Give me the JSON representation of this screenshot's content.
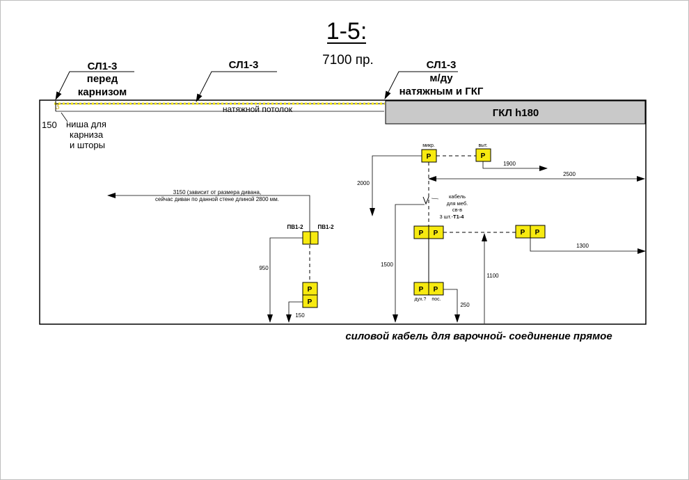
{
  "title": "1-5:",
  "subtitle": "7100 пр.",
  "colors": {
    "socket": "#f7ea10",
    "gkl": "#c9c9c9",
    "line": "#000000",
    "dotted": "#f2e400"
  },
  "callouts": {
    "left": {
      "line1": "СЛ1-3",
      "line2": "перед",
      "line3": "карнизом"
    },
    "mid": {
      "line1": "СЛ1-3"
    },
    "right": {
      "line1": "СЛ1-3",
      "line2": "м/ду",
      "line3": "натяжным и ГКГ"
    }
  },
  "ceiling_label": "натяжной потолок",
  "gkl_label": "ГКЛ h180",
  "niche": {
    "dim": "150",
    "line1": "ниша для",
    "line2": "карниза",
    "line3": "и шторы"
  },
  "sofa_note": {
    "line1": "3150 (зависит от размера дивана,",
    "line2": "сейчас диван по данной стене длиной 2800 мм."
  },
  "pv_labels": {
    "left": "ПВ1-2",
    "right": "ПВ1-2"
  },
  "socket_letter": "Р",
  "socket_labels": {
    "mikr": "микр.",
    "vyt": "выт.",
    "duh": "дух.?",
    "pos": "пос."
  },
  "cable_note": {
    "line1": "кабель",
    "line2": "для меб.",
    "line3": "св-в",
    "line4_prefix": "3 шт.- ",
    "line4_bold": "Т1-4"
  },
  "dimensions": {
    "d1900": "1900",
    "d2500": "2500",
    "d2000": "2000",
    "d1500": "1500",
    "d1300": "1300",
    "d1100": "1100",
    "d250": "250",
    "d950": "950",
    "d150": "150"
  },
  "footer": "силовой кабель для варочной- соединение прямое"
}
